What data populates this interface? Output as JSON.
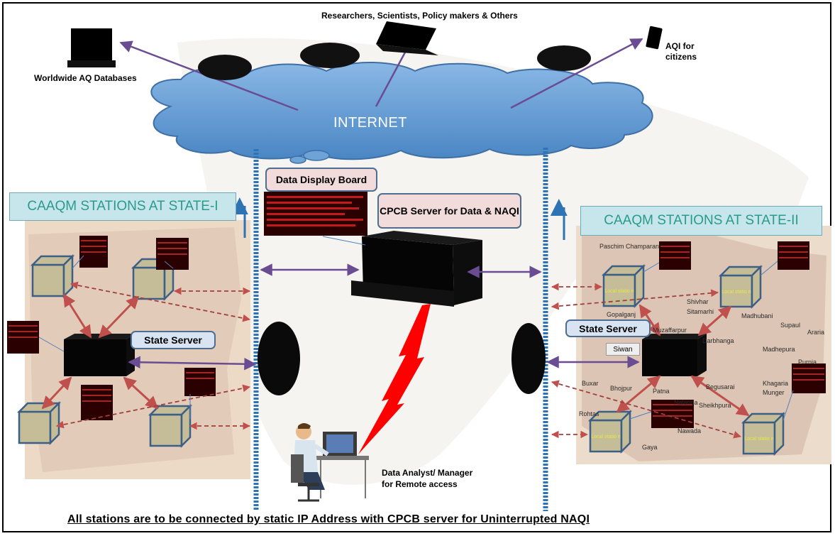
{
  "labels": {
    "top_audience": "Researchers, Scientists, Policy makers & Others",
    "worldwide_db": "Worldwide AQ Databases",
    "aqi_citizens": "AQI for citizens",
    "internet": "INTERNET",
    "data_display_board": "Data Display Board",
    "cpcb_server": "CPCB Server for Data & NAQI",
    "state1_banner": "CAAQM STATIONS AT STATE-I",
    "state2_banner": "CAAQM STATIONS AT STATE-II",
    "state_server_1": "State Server",
    "state_server_2": "State Server",
    "siwan": "Siwan",
    "analyst": "Data Analyst/ Manager for Remote access",
    "local_station": "Local statio n",
    "bottom_note": "All stations are to be connected by static IP Address with CPCB server for Uninterrupted NAQI"
  },
  "map_labels_right": [
    "Paschim Champaran",
    "Shivhar",
    "Sitamarhi",
    "Gopalganj",
    "Madhubani",
    "Supaul",
    "Araria",
    "Muzaffarpur",
    "Darbhanga",
    "Madhepura",
    "Purnia",
    "Buxar",
    "Bhojpur",
    "Patna",
    "Begusarai",
    "Khagaria",
    "Munger",
    "Nalanda",
    "Sheikhpura",
    "Rohtas",
    "Nawada",
    "Gaya"
  ],
  "colors": {
    "cloud": "#5b9bd5",
    "pipe": "#2e74b5",
    "arrow_purple": "#6a4c93",
    "arrow_red": "#c0504d",
    "lightning": "#ff0000",
    "station_box": "#c4bd97",
    "box_border": "#4f6d8f"
  },
  "icons": [
    "laptop-icon",
    "monitor-icon",
    "phone-icon",
    "globe-icon",
    "server-rack-icon",
    "display-board-icon",
    "router-icon",
    "person-at-computer-icon",
    "state-map-image"
  ]
}
